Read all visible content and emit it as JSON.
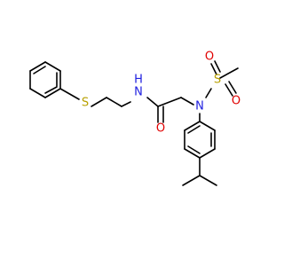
{
  "molecule": {
    "atoms": {
      "thioether_s": "S",
      "amide_nh": "N",
      "amide_h": "H",
      "amide_o": "O",
      "sulfonyl_n": "N",
      "sulfonyl_s": "S",
      "sulfonyl_o1": "O",
      "sulfonyl_o2": "O"
    },
    "colors": {
      "carbon_bond": "#000000",
      "nitrogen": "#2020e0",
      "sulfur": "#b8a000",
      "oxygen": "#e00000"
    }
  }
}
